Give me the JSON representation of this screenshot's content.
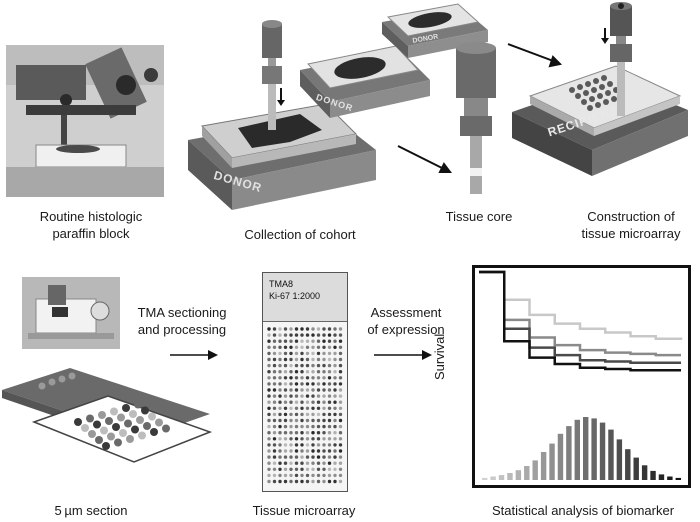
{
  "steps": {
    "paraffin_block": {
      "line1": "Routine histologic",
      "line2": "paraffin block"
    },
    "cohort": {
      "line1": "Collection of cohort"
    },
    "tissue_core": {
      "line1": "Tissue core"
    },
    "construction": {
      "line1": "Construction of",
      "line2": "tissue microarray"
    },
    "sectioning": {
      "line1": "TMA sectioning",
      "line2": "and processing"
    },
    "assessment": {
      "line1": "Assessment",
      "line2": "of expression"
    },
    "section": {
      "label": "5 µm section"
    },
    "microarray": {
      "label": "Tissue microarray"
    },
    "statistics": {
      "label": "Statistical analysis of biomarker"
    }
  },
  "blocks": {
    "donor_front": "DONOR",
    "donor_middle": "DONOR",
    "donor_back": "DONOR",
    "recipient": "RECIPIENT"
  },
  "slide": {
    "line1": "TMA8",
    "line2": "Ki-67 1:2000"
  },
  "chart": {
    "ylabel": "Survival"
  },
  "colors": {
    "light_gray": "#c8c8c8",
    "mid_gray": "#8a8a8a",
    "dark_gray": "#4a4a4a",
    "black": "#111111"
  },
  "chart_data": [
    {
      "type": "line",
      "ylabel": "Survival",
      "series": [
        {
          "values": [
            1.0,
            0.78,
            0.66,
            0.59,
            0.55,
            0.52,
            0.49,
            0.47,
            0.46
          ]
        },
        {
          "values": [
            1.0,
            0.62,
            0.48,
            0.42,
            0.38,
            0.36,
            0.35,
            0.34,
            0.34
          ]
        },
        {
          "values": [
            1.0,
            0.55,
            0.4,
            0.34,
            0.3,
            0.29,
            0.28,
            0.28,
            0.28
          ]
        },
        {
          "values": [
            1.0,
            0.45,
            0.32,
            0.27,
            0.24,
            0.23,
            0.22,
            0.22,
            0.22
          ]
        }
      ]
    },
    {
      "type": "bar",
      "values": [
        0.03,
        0.05,
        0.07,
        0.1,
        0.14,
        0.2,
        0.28,
        0.4,
        0.52,
        0.66,
        0.77,
        0.86,
        0.9,
        0.88,
        0.82,
        0.72,
        0.58,
        0.44,
        0.32,
        0.21,
        0.13,
        0.08,
        0.05,
        0.03
      ]
    }
  ]
}
